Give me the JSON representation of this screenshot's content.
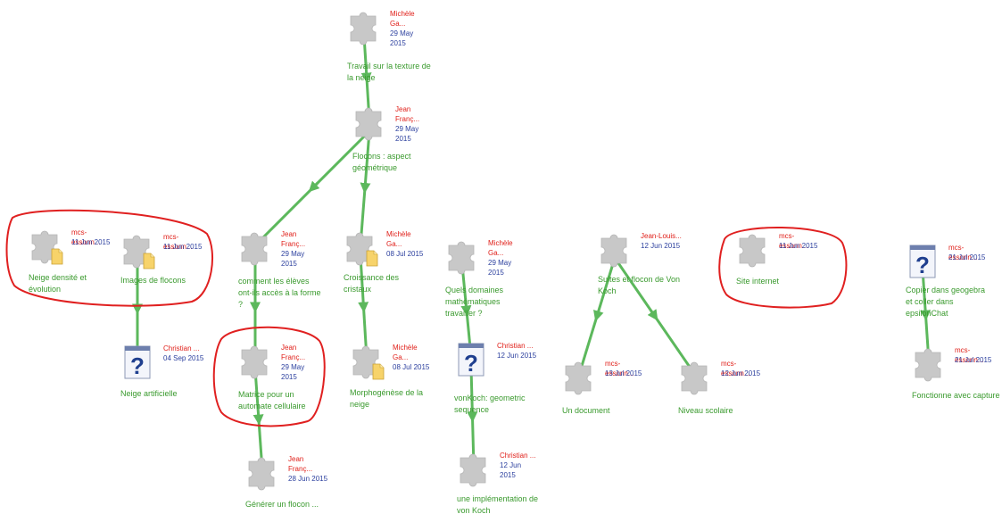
{
  "colors": {
    "edge": "#5cb85c",
    "highlight": "#e02020",
    "author": "#e0201a",
    "date": "#2b3f9e",
    "title": "#3a9a2e",
    "puzzle": "#c8c8c8"
  },
  "nodes": [
    {
      "id": "texture",
      "icon": "puzzle-icon",
      "author_lines": [
        "Michèle",
        "Ga...",
        ""
      ],
      "date_lines": [
        "29 May",
        "2015"
      ],
      "title_lines": [
        "Travail sur la texture de",
        "la neige"
      ]
    },
    {
      "id": "flocons",
      "icon": "puzzle-icon",
      "author_lines": [
        "Jean",
        "Franç..."
      ],
      "date_lines": [
        "29 May",
        "2015"
      ],
      "title_lines": [
        "Flocons : aspect",
        "géométrique"
      ]
    },
    {
      "id": "densite",
      "icon": "puzzle-doc-icon",
      "author_lines": [
        "mcs-essonn..."
      ],
      "date_lines": [
        "11 Jun 2015"
      ],
      "title_lines": [
        "Neige densité et",
        "évolution"
      ]
    },
    {
      "id": "images",
      "icon": "puzzle-doc-icon",
      "author_lines": [
        "mcs-essonn..."
      ],
      "date_lines": [
        "11 Jun 2015"
      ],
      "title_lines": [
        "Images de flocons"
      ]
    },
    {
      "id": "acces",
      "icon": "puzzle-icon",
      "author_lines": [
        "Jean",
        "Franç..."
      ],
      "date_lines": [
        "29 May",
        "2015"
      ],
      "title_lines": [
        "comment les élèves",
        "ont-ils accès à la forme",
        "?"
      ]
    },
    {
      "id": "croissance",
      "icon": "puzzle-doc-icon",
      "author_lines": [
        "Michèle",
        "Ga..."
      ],
      "date_lines": [
        "08 Jul 2015"
      ],
      "title_lines": [
        "Croissance des",
        "cristaux"
      ]
    },
    {
      "id": "domaines",
      "icon": "puzzle-icon",
      "author_lines": [
        "Michèle",
        "Ga..."
      ],
      "date_lines": [
        "29 May",
        "2015"
      ],
      "title_lines": [
        "Quels domaines",
        "mathématiques",
        "travailler ?"
      ]
    },
    {
      "id": "suites",
      "icon": "puzzle-icon",
      "author_lines": [
        "Jean-Louis..."
      ],
      "date_lines": [
        "12 Jun 2015"
      ],
      "title_lines": [
        "Suites et flocon de Von",
        "Koch"
      ]
    },
    {
      "id": "site",
      "icon": "puzzle-icon",
      "author_lines": [
        "mcs-essonn..."
      ],
      "date_lines": [
        "11 Jun 2015"
      ],
      "title_lines": [
        "Site internet"
      ]
    },
    {
      "id": "geogebra",
      "icon": "unknown-doc-icon",
      "author_lines": [
        "mcs-essonn..."
      ],
      "date_lines": [
        "21 Jul 2015"
      ],
      "title_lines": [
        "Copier dans geogebra",
        "et coller dans",
        "epsilonChat"
      ]
    },
    {
      "id": "artificielle",
      "icon": "unknown-doc-icon",
      "author_lines": [
        "Christian ..."
      ],
      "date_lines": [
        "04 Sep 2015"
      ],
      "title_lines": [
        "Neige artificielle"
      ]
    },
    {
      "id": "matrice",
      "icon": "puzzle-icon",
      "author_lines": [
        "Jean",
        "Franç..."
      ],
      "date_lines": [
        "29 May",
        "2015"
      ],
      "title_lines": [
        "Matrice pour un",
        "automate cellulaire"
      ]
    },
    {
      "id": "morpho",
      "icon": "puzzle-doc-icon",
      "author_lines": [
        "Michèle",
        "Ga..."
      ],
      "date_lines": [
        "08 Jul 2015"
      ],
      "title_lines": [
        "Morphogénèse de la",
        "neige"
      ]
    },
    {
      "id": "vonkoch",
      "icon": "unknown-doc-icon",
      "author_lines": [
        "Christian ..."
      ],
      "date_lines": [
        "12 Jun 2015"
      ],
      "title_lines": [
        "vonKoch: geometric",
        "sequence"
      ]
    },
    {
      "id": "document",
      "icon": "puzzle-icon",
      "author_lines": [
        "mcs-essonn..."
      ],
      "date_lines": [
        "13 Jul 2015"
      ],
      "title_lines": [
        "Un document"
      ]
    },
    {
      "id": "niveau",
      "icon": "puzzle-icon",
      "author_lines": [
        "mcs-essonn..."
      ],
      "date_lines": [
        "12 Jun 2015"
      ],
      "title_lines": [
        "Niveau scolaire"
      ]
    },
    {
      "id": "capture",
      "icon": "puzzle-icon",
      "author_lines": [
        "mcs-essonn..."
      ],
      "date_lines": [
        "21 Jul 2015"
      ],
      "title_lines": [
        "Fonctionne avec capture"
      ]
    },
    {
      "id": "generer",
      "icon": "puzzle-icon",
      "author_lines": [
        "Jean",
        "Franç..."
      ],
      "date_lines": [
        "28 Jun 2015"
      ],
      "title_lines": [
        "Générer un flocon ..."
      ]
    },
    {
      "id": "implementation",
      "icon": "puzzle-icon",
      "author_lines": [
        "Christian ..."
      ],
      "date_lines": [
        "12 Jun",
        "2015"
      ],
      "title_lines": [
        "une implémentation de",
        "von Koch"
      ]
    }
  ],
  "edges": [
    [
      "texture",
      "flocons"
    ],
    [
      "flocons",
      "acces"
    ],
    [
      "flocons",
      "croissance"
    ],
    [
      "images",
      "artificielle"
    ],
    [
      "acces",
      "matrice"
    ],
    [
      "matrice",
      "generer"
    ],
    [
      "croissance",
      "morpho"
    ],
    [
      "domaines",
      "vonkoch"
    ],
    [
      "vonkoch",
      "implementation"
    ],
    [
      "suites",
      "document"
    ],
    [
      "suites",
      "niveau"
    ],
    [
      "geogebra",
      "capture"
    ]
  ],
  "highlights": [
    "densite-images",
    "matrice",
    "site"
  ]
}
